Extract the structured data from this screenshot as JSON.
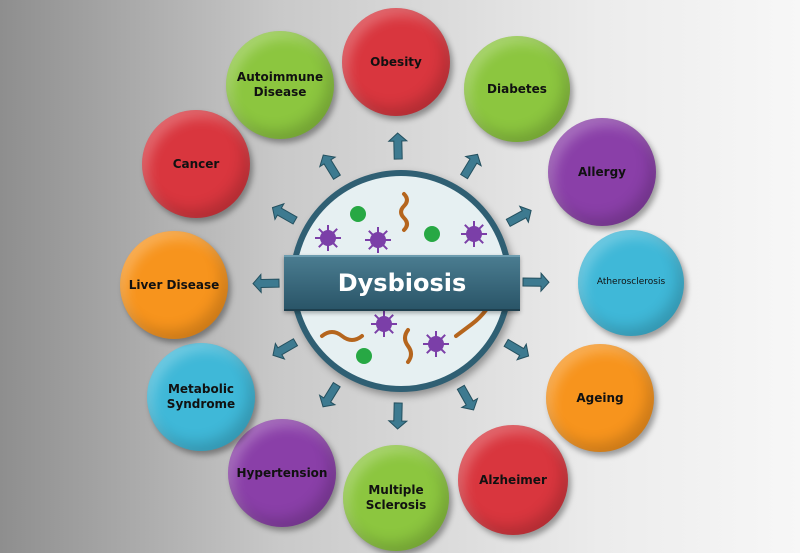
{
  "center": {
    "label": "Dysbiosis"
  },
  "nodes": [
    {
      "id": "obesity",
      "label": "Obesity",
      "color": "#d9363e"
    },
    {
      "id": "diabetes",
      "label": "Diabetes",
      "color": "#8cc63f"
    },
    {
      "id": "allergy",
      "label": "Allergy",
      "color": "#8a3fa8"
    },
    {
      "id": "atherosclerosis",
      "label": "Atherosclerosis",
      "color": "#3fb8d8"
    },
    {
      "id": "ageing",
      "label": "Ageing",
      "color": "#f7941d"
    },
    {
      "id": "alzheimer",
      "label": "Alzheimer",
      "color": "#d9363e"
    },
    {
      "id": "multiple-sclerosis",
      "label": "Multiple\nSclerosis",
      "color": "#8cc63f"
    },
    {
      "id": "hypertension",
      "label": "Hypertension",
      "color": "#8a3fa8"
    },
    {
      "id": "metabolic-syndrome",
      "label": "Metabolic\nSyndrome",
      "color": "#3fb8d8"
    },
    {
      "id": "liver-disease",
      "label": "Liver Disease",
      "color": "#f7941d"
    },
    {
      "id": "cancer",
      "label": "Cancer",
      "color": "#d9363e"
    },
    {
      "id": "autoimmune-disease",
      "label": "Autoimmune\nDisease",
      "color": "#8cc63f"
    }
  ],
  "colors": {
    "arrow": "#3d7a90",
    "hub_border": "#2f5f73",
    "microbe_virus": "#7b3fa8",
    "microbe_bacteria": "#27a844",
    "microbe_worm": "#b5651d"
  }
}
